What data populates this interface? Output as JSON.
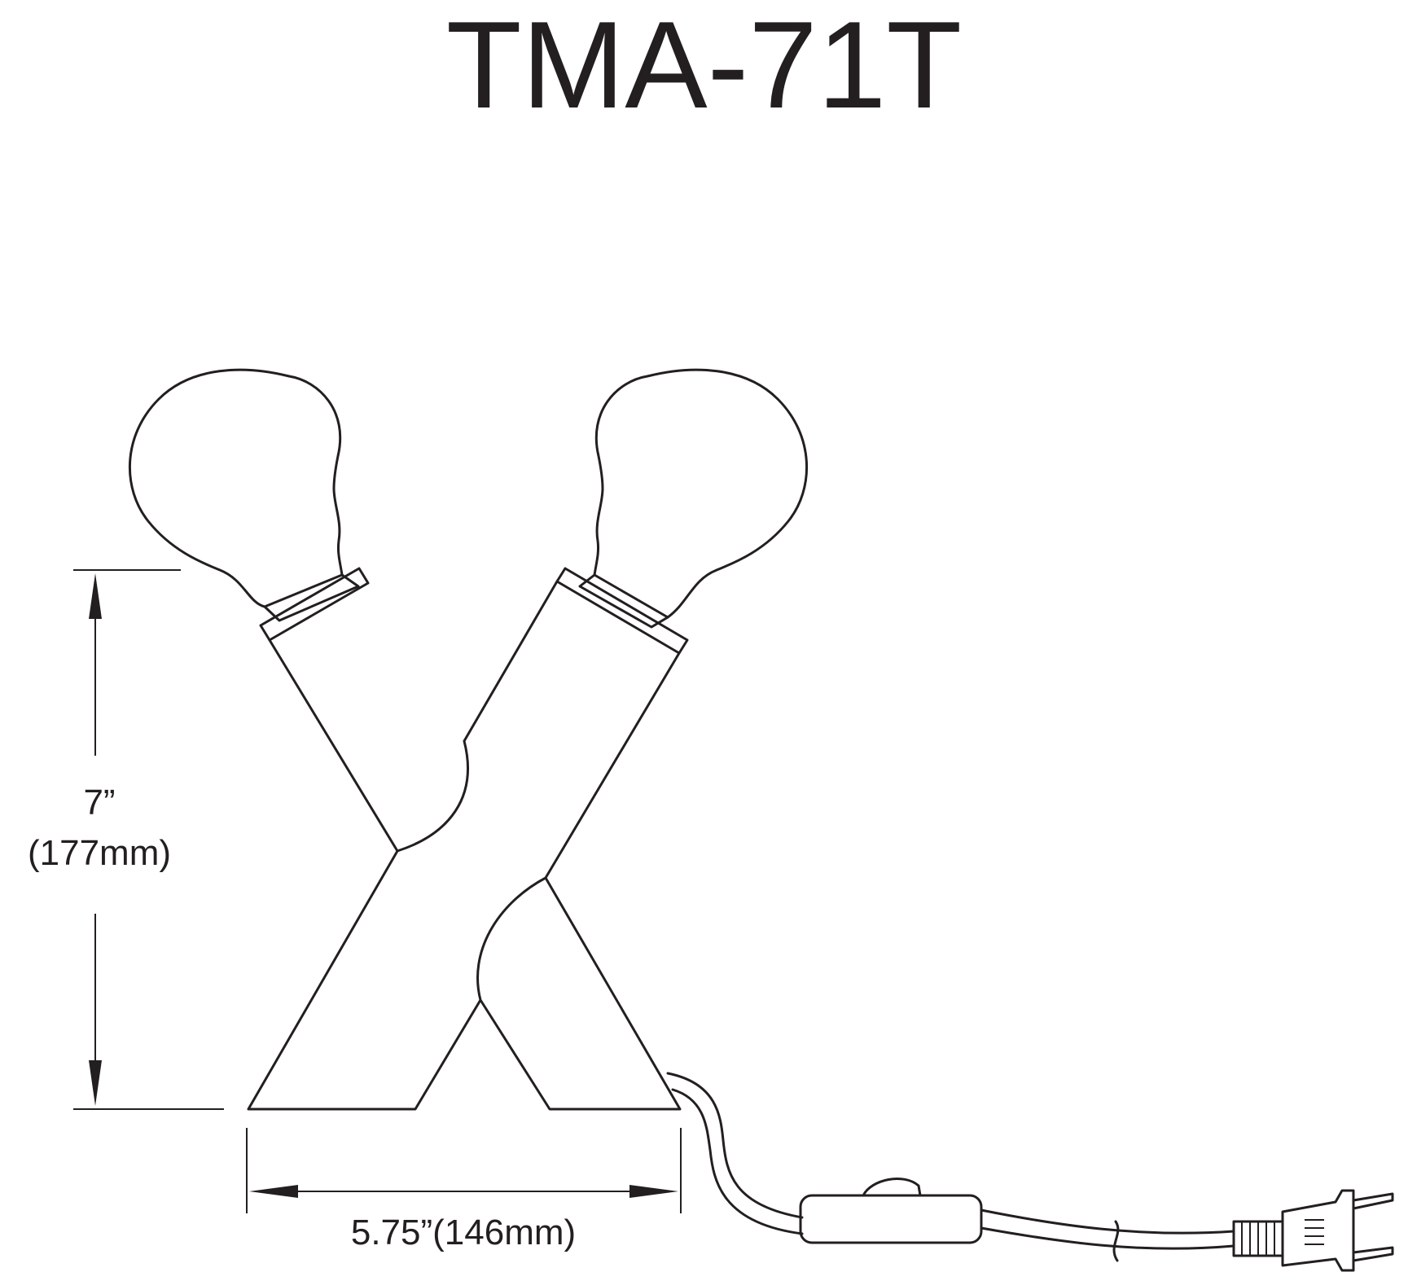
{
  "title": "TMA-71T",
  "dimensions": {
    "height_in": "7”",
    "height_mm": "(177mm)",
    "width": "5.75”(146mm)"
  },
  "colors": {
    "ink": "#231f20",
    "background": "#ffffff"
  }
}
